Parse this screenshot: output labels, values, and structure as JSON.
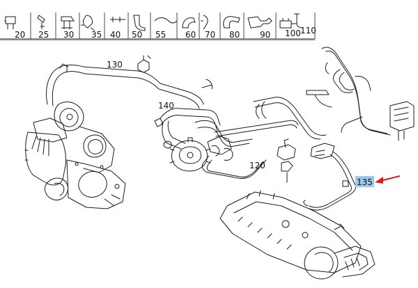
{
  "parts_strip": {
    "items": [
      {
        "id": "20",
        "label": "20"
      },
      {
        "id": "25",
        "label": "25"
      },
      {
        "id": "30",
        "label": "30"
      },
      {
        "id": "35",
        "label": "35"
      },
      {
        "id": "40",
        "label": "40"
      },
      {
        "id": "50",
        "label": "50"
      },
      {
        "id": "55",
        "label": "55"
      },
      {
        "id": "60",
        "label": "60"
      },
      {
        "id": "70",
        "label": "70"
      },
      {
        "id": "80",
        "label": "80"
      },
      {
        "id": "90",
        "label": "90"
      },
      {
        "id": "100",
        "label": "100"
      },
      {
        "id": "110",
        "label": "110"
      }
    ]
  },
  "callouts": {
    "c130": "130",
    "c140": "140",
    "c120": "120",
    "c135": "135"
  },
  "colors": {
    "line": "#1a1a1a",
    "highlight": "#9ec9ea",
    "arrow": "#e0191f"
  }
}
